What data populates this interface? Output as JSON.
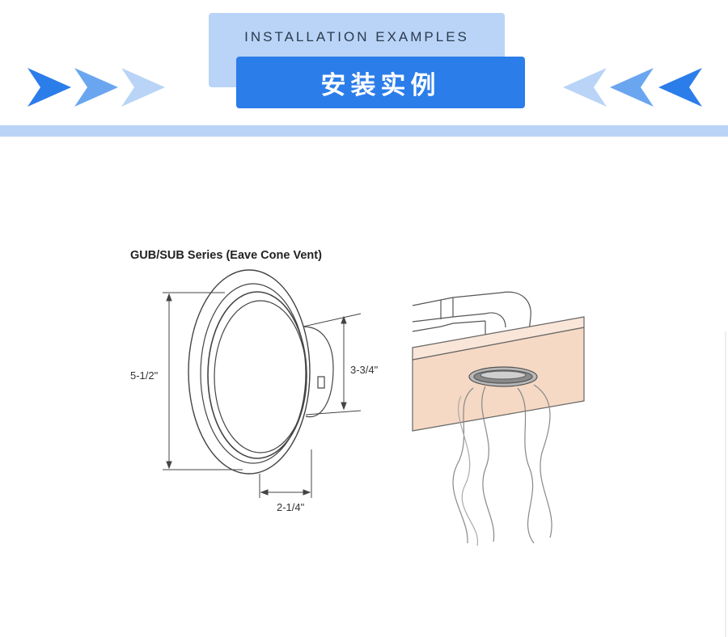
{
  "header": {
    "subtitle": "INSTALLATION EXAMPLES",
    "title": "安装实例"
  },
  "diagram": {
    "caption": "GUB/SUB Series  (Eave Cone Vent)",
    "dimensions": {
      "height_outer": "5-1/2\"",
      "height_inner": "3-3/4\"",
      "depth": "2-1/4\""
    }
  },
  "colors": {
    "accent_blue": "#2b7de9",
    "light_blue": "#b9d4f6",
    "wood": "#f5d9c4"
  }
}
